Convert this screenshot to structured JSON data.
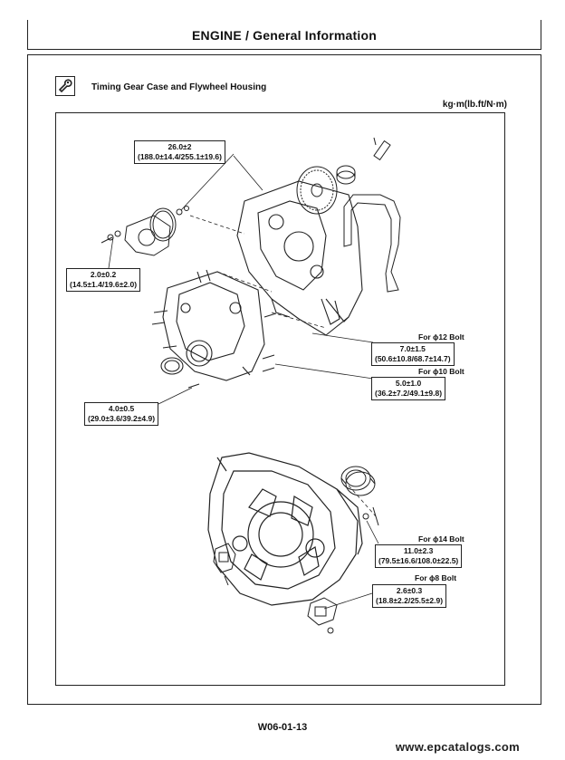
{
  "header": {
    "title": "ENGINE / General Information"
  },
  "section": {
    "icon": "wrench-icon",
    "title": "Timing Gear Case and Flywheel Housing",
    "unit": "kg·m(lb.ft/N·m)"
  },
  "specs": {
    "spec_26": {
      "value": "26.0±2",
      "conv": "(188.0±14.4/255.1±19.6)"
    },
    "spec_2": {
      "value": "2.0±0.2",
      "conv": "(14.5±1.4/19.6±2.0)"
    },
    "spec_4": {
      "value": "4.0±0.5",
      "conv": "(29.0±3.6/39.2±4.9)"
    },
    "spec_7": {
      "label": "For ϕ12 Bolt",
      "value": "7.0±1.5",
      "conv": "(50.6±10.8/68.7±14.7)"
    },
    "spec_5": {
      "label": "For ϕ10 Bolt",
      "value": "5.0±1.0",
      "conv": "(36.2±7.2/49.1±9.8)"
    },
    "spec_11": {
      "label": "For ϕ14 Bolt",
      "value": "11.0±2.3",
      "conv": "(79.5±16.6/108.0±22.5)"
    },
    "spec_2_6": {
      "label": "For ϕ8 Bolt",
      "value": "2.6±0.3",
      "conv": "(18.8±2.2/25.5±2.9)"
    }
  },
  "footer": {
    "page_number": "W06-01-13",
    "watermark": "www.epcatalogs.com"
  }
}
